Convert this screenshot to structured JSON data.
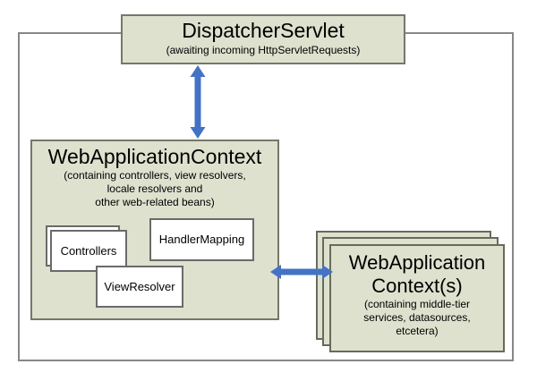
{
  "diagram": {
    "dispatcher_servlet": {
      "title": "DispatcherServlet",
      "subtitle": "(awaiting incoming HttpServletRequests)"
    },
    "web_application_context": {
      "title": "WebApplicationContext",
      "subtitle_lines": [
        "(containing controllers, view resolvers,",
        "locale resolvers and",
        "other web-related beans)"
      ],
      "beans": [
        {
          "label": "Controllers"
        },
        {
          "label": "HandlerMapping"
        },
        {
          "label": "ViewResolver"
        }
      ]
    },
    "middle_tier_contexts": {
      "title_lines": [
        "WebApplication",
        "Context(s)"
      ],
      "subtitle_lines": [
        "(containing middle-tier",
        "services, datasources,",
        "etcetera)"
      ]
    },
    "colors": {
      "box_fill": "#dde1ce",
      "box_border": "#73786a",
      "frame_border": "#878787",
      "arrow": "#4472c4",
      "white_box_border": "#6a6a6a"
    }
  }
}
